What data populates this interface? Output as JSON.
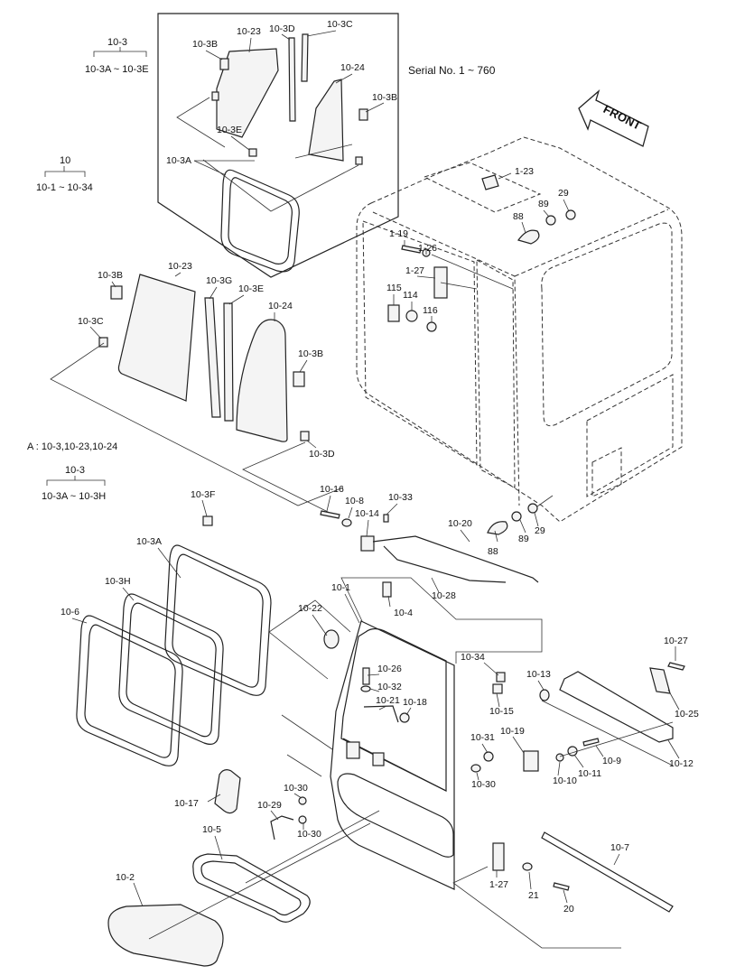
{
  "serial": "Serial No. 1 ~ 760",
  "front": "FRONT",
  "groups": {
    "g1": {
      "top": "10-3",
      "bottom": "10-3A ~ 10-3E"
    },
    "g2": {
      "top": "10",
      "bottom": "10-1 ~ 10-34"
    },
    "g3": {
      "top": "10-3",
      "bottom": "10-3A ~ 10-3H"
    }
  },
  "note_a": "A : 10-3,10-23,10-24",
  "labels": {
    "l_10_23_top": "10-23",
    "l_10_3D_top": "10-3D",
    "l_10_3C_top": "10-3C",
    "l_10_3B_top1": "10-3B",
    "l_10_24_top": "10-24",
    "l_10_3B_top2": "10-3B",
    "l_10_3E_top": "10-3E",
    "l_10_3A_top": "10-3A",
    "l_1_23": "1-23",
    "l_88_top": "88",
    "l_89_top": "89",
    "l_29_top": "29",
    "l_1_19": "1-19",
    "l_1_26": "1-26",
    "l_1_27_top": "1-27",
    "l_115": "115",
    "l_114": "114",
    "l_116": "116",
    "l_10_3B_mid": "10-3B",
    "l_10_23_mid": "10-23",
    "l_10_3G": "10-3G",
    "l_10_3E_mid": "10-3E",
    "l_10_24_mid": "10-24",
    "l_10_3C_mid": "10-3C",
    "l_10_3B_mid2": "10-3B",
    "l_10_3D_mid": "10-3D",
    "l_10_3F": "10-3F",
    "l_10_3A_low": "10-3A",
    "l_10_3H": "10-3H",
    "l_10_6": "10-6",
    "l_10_16": "10-16",
    "l_10_8": "10-8",
    "l_10_33": "10-33",
    "l_10_14": "10-14",
    "l_10_20": "10-20",
    "l_88_low": "88",
    "l_89_low": "89",
    "l_29_low": "29",
    "l_10_28": "10-28",
    "l_10_4": "10-4",
    "l_10_1": "10-1",
    "l_10_22": "10-22",
    "l_10_27": "10-27",
    "l_10_34": "10-34",
    "l_10_26": "10-26",
    "l_10_32": "10-32",
    "l_10_21": "10-21",
    "l_10_18": "10-18",
    "l_10_13": "10-13",
    "l_10_15": "10-15",
    "l_10_25": "10-25",
    "l_10_19": "10-19",
    "l_10_31": "10-31",
    "l_10_9": "10-9",
    "l_10_11": "10-11",
    "l_10_10": "10-10",
    "l_10_12": "10-12",
    "l_10_30_r": "10-30",
    "l_10_17": "10-17",
    "l_10_30_a": "10-30",
    "l_10_29": "10-29",
    "l_10_30_b": "10-30",
    "l_10_5": "10-5",
    "l_10_7": "10-7",
    "l_1_27_low": "1-27",
    "l_21": "21",
    "l_20": "20",
    "l_10_2": "10-2"
  }
}
